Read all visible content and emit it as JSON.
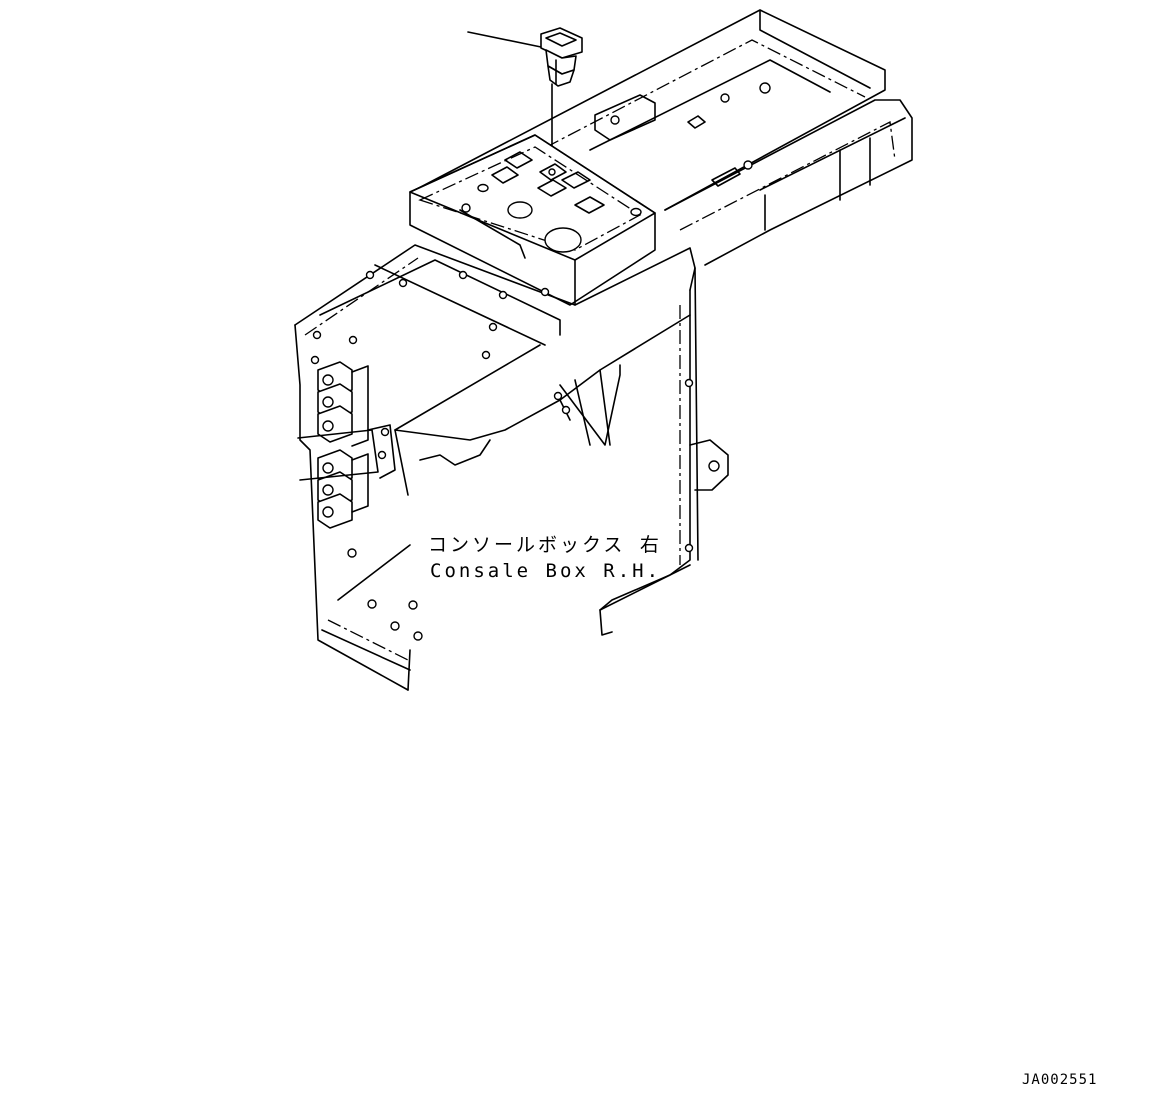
{
  "diagram": {
    "part_label_jp": "コンソールボックス 右",
    "part_label_en": "Consale Box R.H.",
    "drawing_code": "JA002551"
  },
  "colors": {
    "line": "#000000",
    "background": "#ffffff"
  }
}
